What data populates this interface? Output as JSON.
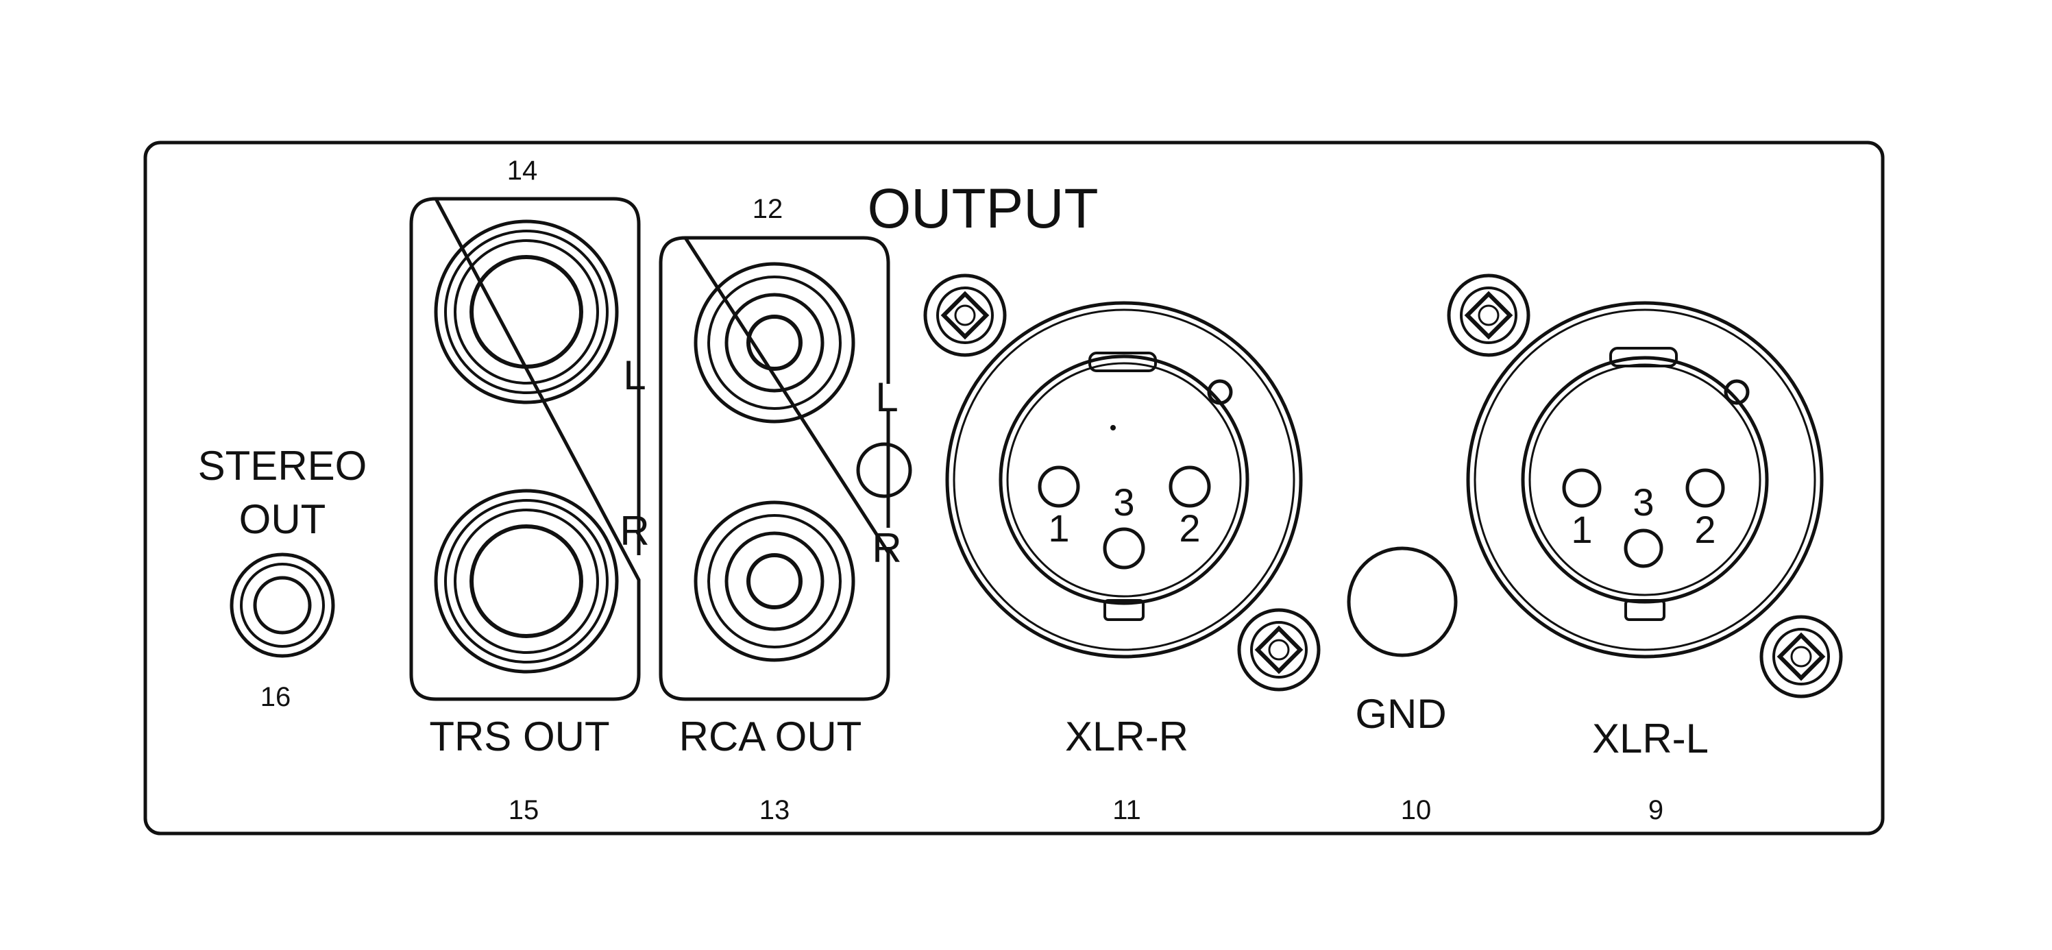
{
  "panel": {
    "title": "OUTPUT"
  },
  "connectors": {
    "stereo_out": {
      "label_line1": "STEREO",
      "label_line2": "OUT",
      "number": "16"
    },
    "trs_out": {
      "label": "TRS OUT",
      "number_top": "14",
      "number_bottom": "15",
      "left": "L",
      "right": "R"
    },
    "rca_out": {
      "label": "RCA OUT",
      "number_top": "12",
      "number_bottom": "13",
      "left": "L",
      "right": "R"
    },
    "xlr_r": {
      "label": "XLR-R",
      "number": "11",
      "pin1": "1",
      "pin2": "2",
      "pin3": "3"
    },
    "gnd": {
      "label": "GND",
      "number": "10"
    },
    "xlr_l": {
      "label": "XLR-L",
      "number": "9",
      "pin1": "1",
      "pin2": "2",
      "pin3": "3"
    }
  },
  "colors": {
    "line": "#111111",
    "background": "#ffffff"
  }
}
